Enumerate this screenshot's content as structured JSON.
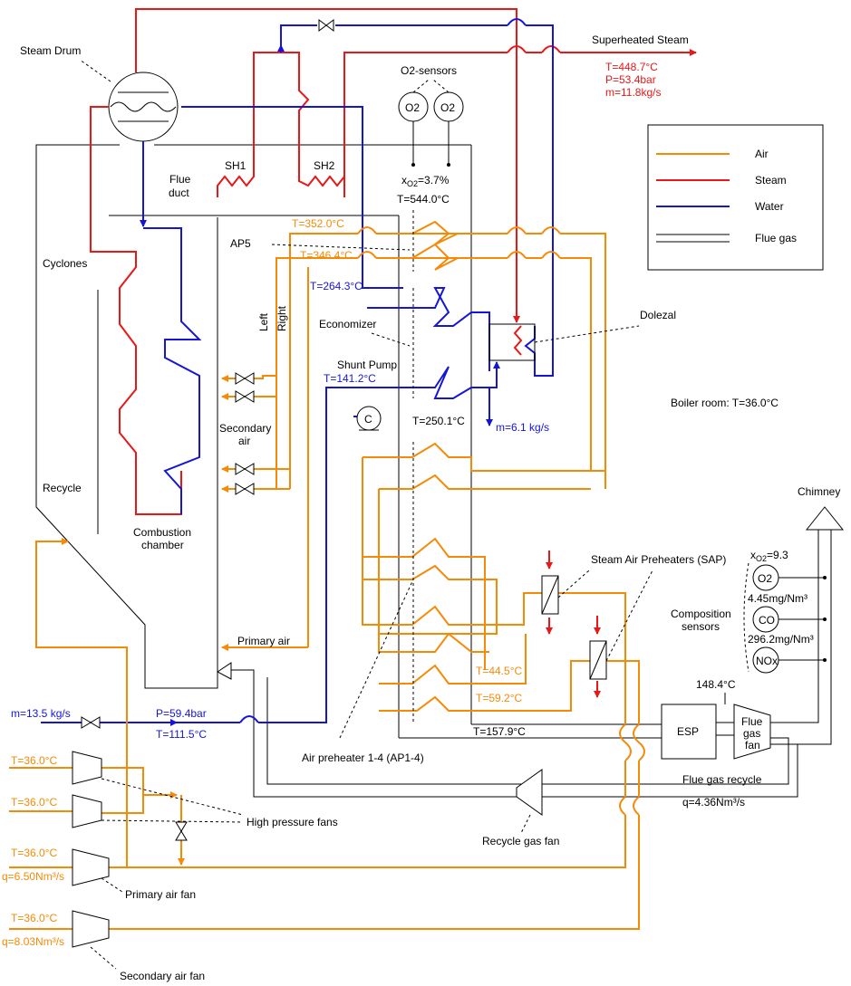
{
  "labels": {
    "steam_drum": "Steam Drum",
    "flue_duct_1": "Flue",
    "flue_duct_2": "duct",
    "sh1": "SH1",
    "sh2": "SH2",
    "o2_sensors": "O2-sensors",
    "o2": "O2",
    "xo2_top": "x",
    "xo2_top_sub": "O2",
    "xo2_top_val": "=3.7%",
    "t_top": "T=544.0°C",
    "superheated_steam": "Superheated Steam",
    "steam_t": "T=448.7°C",
    "steam_p": "P=53.4bar",
    "steam_m": "m=11.8kg/s",
    "cyclones": "Cyclones",
    "ap5": "AP5",
    "t352": "T=352.0°C",
    "t346": "T=346.4°C",
    "t264": "T=264.3°C",
    "left": "Left",
    "right": "Right",
    "economizer": "Economizer",
    "dolezal": "Dolezal",
    "shunt_pump": "Shunt Pump",
    "t141": "T=141.2°C",
    "pump_c": "C",
    "t250": "T=250.1°C",
    "m61": "m=6.1 kg/s",
    "boiler_room": "Boiler room: T=36.0°C",
    "secondary_air_1": "Secondary",
    "secondary_air_2": "air",
    "recycle": "Recycle",
    "combustion_1": "Combustion",
    "combustion_2": "chamber",
    "chimney": "Chimney",
    "sap": "Steam Air Preheaters (SAP)",
    "xo2_bot": "x",
    "xo2_bot_sub": "O2",
    "xo2_bot_val": "=9.3",
    "composition_1": "Composition",
    "composition_2": "sensors",
    "co_val": "4.45mg/Nm³",
    "co": "CO",
    "nox_val": "296.2mg/Nm³",
    "nox": "NOx",
    "primary_air": "Primary air",
    "t445": "T=44.5°C",
    "t592": "T=59.2°C",
    "t1484": "148.4°C",
    "esp": "ESP",
    "flue_gas_fan_1": "Flue",
    "flue_gas_fan_2": "gas",
    "flue_gas_fan_3": "fan",
    "m135": "m=13.5 kg/s",
    "p594": "P=59.4bar",
    "t1115": "T=111.5°C",
    "t1579": "T=157.9°C",
    "air_preheater": "Air preheater 1-4 (AP1-4)",
    "flue_gas_recycle": "Flue gas recycle",
    "q436": "q=4.36Nm³/s",
    "recycle_gas_fan": "Recycle gas fan",
    "hp_t1": "T=36.0°C",
    "hp_t2": "T=36.0°C",
    "high_pressure_fans": "High pressure fans",
    "pa_t": "T=36.0°C",
    "pa_q": "q=6.50Nm³/s",
    "primary_air_fan": "Primary air fan",
    "sa_t": "T=36.0°C",
    "sa_q": "q=8.03Nm³/s",
    "secondary_air_fan": "Secondary air fan"
  },
  "legend": [
    {
      "name": "Air",
      "color": "#f58a07"
    },
    {
      "name": "Steam",
      "color": "#e81818"
    },
    {
      "name": "Water",
      "color": "#1515d8"
    },
    {
      "name": "Flue gas",
      "color": "#000000"
    }
  ]
}
